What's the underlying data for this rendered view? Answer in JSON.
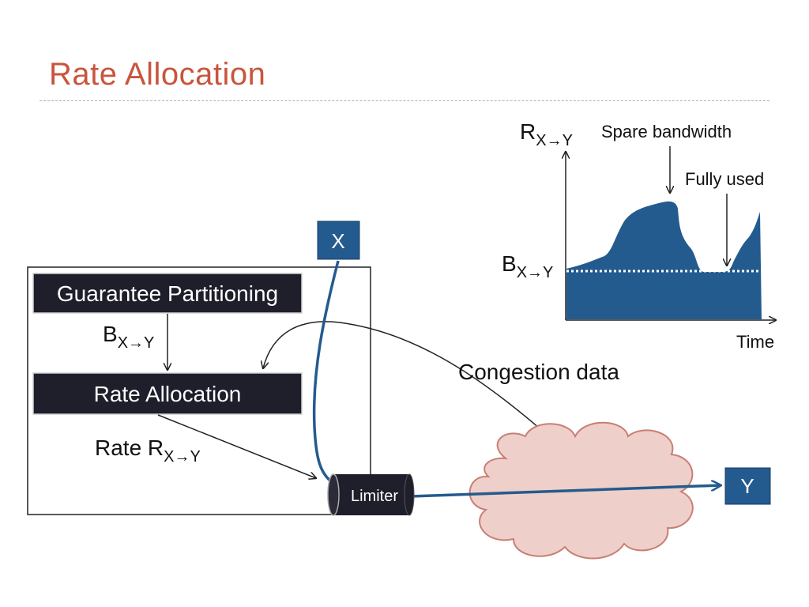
{
  "slide": {
    "title": "Rate Allocation"
  },
  "diagram": {
    "guarantee_box_label": "Guarantee Partitioning",
    "rate_alloc_box_label": "Rate Allocation",
    "b_label": {
      "base": "B",
      "sub": "X→Y"
    },
    "rate_label": {
      "prefix": "Rate R",
      "sub": "X→Y"
    },
    "limiter_label": "Limiter",
    "node_x": "X",
    "node_y": "Y",
    "congestion_label": "Congestion data"
  },
  "inset_chart": {
    "y_axis_label": {
      "base": "R",
      "sub": "X→Y"
    },
    "guarantee_label": {
      "base": "B",
      "sub": "X→Y"
    },
    "x_axis_label": "Time",
    "annotation_spare": "Spare bandwidth",
    "annotation_full": "Fully used"
  },
  "colors": {
    "title": "#c8553d",
    "box_fill": "#1f1e2b",
    "node_fill": "#245b8f",
    "path_blue": "#245b8f",
    "cloud_fill": "#efcfc9",
    "cloud_stroke": "#c87f75"
  }
}
